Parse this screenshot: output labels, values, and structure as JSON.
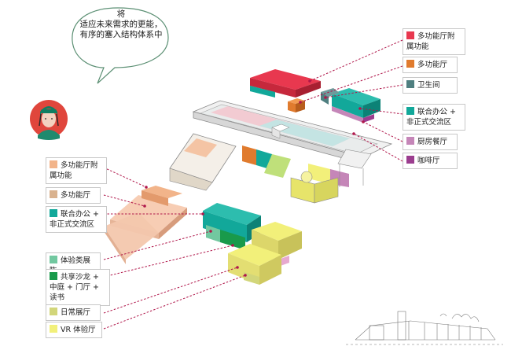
{
  "speech_bubble": {
    "line1": "将",
    "line2": "适应未来需求的更能，有序的塞入结构体系中"
  },
  "legend_right": [
    {
      "id": "multi-hall-aux",
      "text": "多功能厅附属功能",
      "color": "#e8384f"
    },
    {
      "id": "multi-hall",
      "text": "多功能厅",
      "color": "#e07b2e"
    },
    {
      "id": "restroom",
      "text": "卫生间",
      "color": "#4f7f80"
    },
    {
      "id": "joint-office",
      "text": "联合办公 + 非正式交流区",
      "color": "#12a89a"
    },
    {
      "id": "kitchen",
      "text": "厨房餐厅",
      "color": "#c586b8"
    },
    {
      "id": "cafe",
      "text": "咖啡厅",
      "color": "#9b3d8f"
    }
  ],
  "legend_left": [
    {
      "id": "multi-hall-aux",
      "text": "多功能厅附属功能",
      "color": "#f2b48a"
    },
    {
      "id": "multi-hall",
      "text": "多功能厅",
      "color": "#d9b28f"
    },
    {
      "id": "joint-office",
      "text": "联合办公 + 非正式交流区",
      "color": "#12a89a"
    },
    {
      "id": "exhibition",
      "text": "体验类展陈",
      "color": "#72c8a0"
    },
    {
      "id": "salon",
      "text": "共享沙龙 + 中庭 + 门厅 + 读书",
      "color": "#199a4b"
    },
    {
      "id": "daily-exhibit",
      "text": "日常展厅",
      "color": "#d2d67a"
    },
    {
      "id": "vr-hall",
      "text": "VR 体验厅",
      "color": "#f2f07a"
    }
  ]
}
